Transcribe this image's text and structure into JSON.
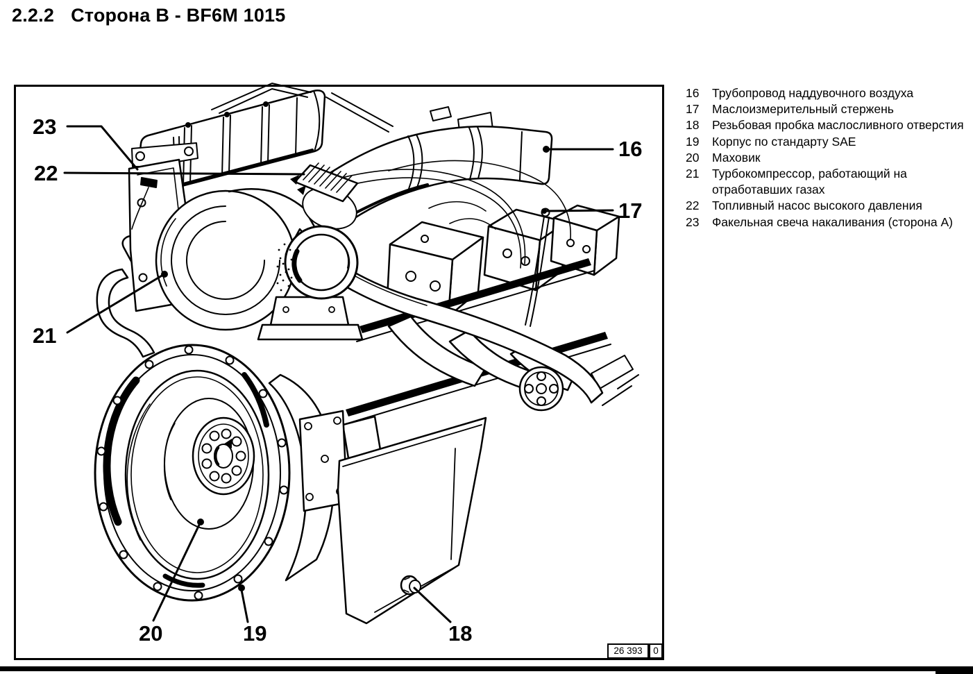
{
  "page": {
    "section_number": "2.2.2",
    "title": "Сторона B - BF6M 1015"
  },
  "legend": {
    "items": [
      {
        "num": "16",
        "text": "Трубопровод наддувочного воздуха"
      },
      {
        "num": "17",
        "text": "Маслоизмерительный стержень"
      },
      {
        "num": "18",
        "text": "Резьбовая пробка маслосливного отверстия"
      },
      {
        "num": "19",
        "text": "Корпус по стандарту SAE"
      },
      {
        "num": "20",
        "text": "Маховик"
      },
      {
        "num": "21",
        "text": "Турбокомпрессор, работающий на\nотработавших газах"
      },
      {
        "num": "22",
        "text": "Топливный насос высокого давления"
      },
      {
        "num": "23",
        "text": "Факельная свеча накаливания (сторона A)"
      }
    ]
  },
  "figure": {
    "stamp": {
      "drawing_number": "26 393",
      "revision": "0"
    }
  }
}
